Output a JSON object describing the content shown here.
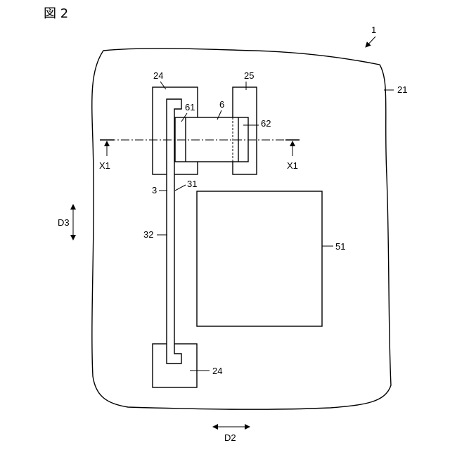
{
  "figure": {
    "title": "図 2",
    "labels": {
      "ref_1": "1",
      "ref_21": "21",
      "ref_24_top": "24",
      "ref_25": "25",
      "ref_6": "6",
      "ref_61": "61",
      "ref_62": "62",
      "ref_3": "3",
      "ref_31": "31",
      "ref_32": "32",
      "ref_51": "51",
      "ref_24_bottom": "24",
      "x1_left": "X1",
      "x1_right": "X1",
      "d3": "D3",
      "d2": "D2"
    }
  }
}
